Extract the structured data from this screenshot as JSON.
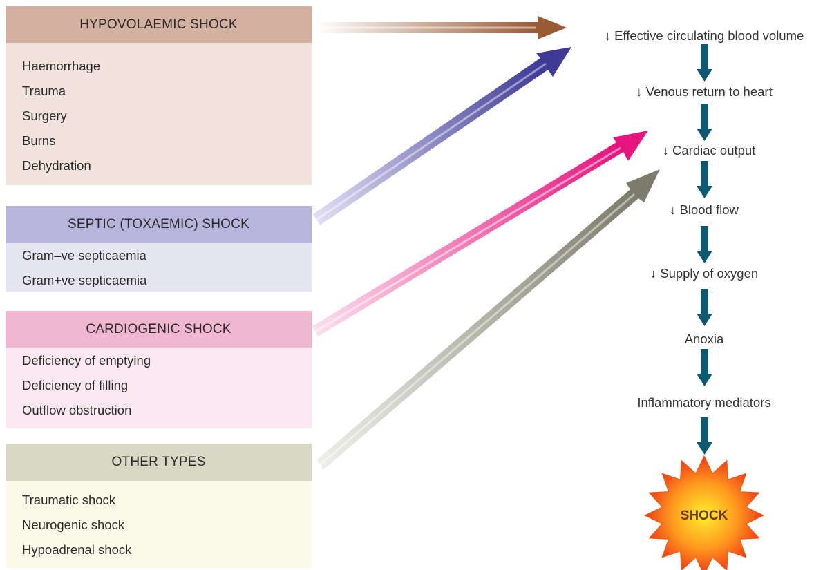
{
  "colors": {
    "hypovolaemic_header": "#d4b0a0",
    "hypovolaemic_body": "#f2e4dc",
    "hypovolaemic_arrow": "#9a5a34",
    "septic_header": "#b8b4dc",
    "septic_body": "#e6e5f2",
    "septic_arrow": "#3e3a96",
    "cardiogenic_header": "#f1b6d0",
    "cardiogenic_body": "#fbe7f0",
    "cardiogenic_arrow": "#e6157e",
    "other_header": "#d8d8c4",
    "other_body": "#fbf9e8",
    "other_arrow": "#7c7c6c",
    "flow_arrow": "#0f5872"
  },
  "categories": [
    {
      "key": "hypovolaemic",
      "title": "HYPOVOLAEMIC SHOCK",
      "items": [
        "Haemorrhage",
        "Trauma",
        "Surgery",
        "Burns",
        "Dehydration"
      ]
    },
    {
      "key": "septic",
      "title": "SEPTIC (TOXAEMIC) SHOCK",
      "items": [
        "Gram–ve septicaemia",
        "Gram+ve septicaemia"
      ]
    },
    {
      "key": "cardiogenic",
      "title": "CARDIOGENIC SHOCK",
      "items": [
        "Deficiency of emptying",
        "Deficiency of filling",
        "Outflow obstruction"
      ]
    },
    {
      "key": "other",
      "title": "OTHER TYPES",
      "items": [
        "Traumatic shock",
        "Neurogenic shock",
        "Hypoadrenal shock"
      ]
    }
  ],
  "flow": [
    "↓ Effective circulating blood volume",
    "↓ Venous return to heart",
    "↓ Cardiac output",
    "↓ Blood flow",
    "↓ Supply of oxygen",
    "Anoxia",
    "Inflammatory mediators"
  ],
  "outcome": "SHOCK"
}
